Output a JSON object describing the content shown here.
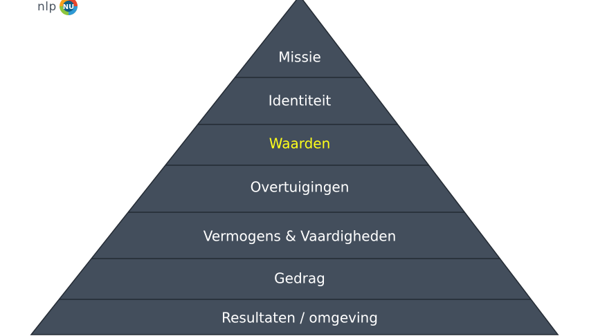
{
  "logo": {
    "text": "nlp",
    "badge_text": "NU"
  },
  "colors": {
    "pyramid_fill": "#434e5c",
    "pyramid_stroke": "#232a33",
    "label_default": "#ffffff",
    "label_highlight": "#ffff1a"
  },
  "pyramid": {
    "tiers": [
      {
        "label": "Missie",
        "highlight": false
      },
      {
        "label": "Identiteit",
        "highlight": false
      },
      {
        "label": "Waarden",
        "highlight": true
      },
      {
        "label": "Overtuigingen",
        "highlight": false
      },
      {
        "label": "Vermogens & Vaardigheden",
        "highlight": false
      },
      {
        "label": "Gedrag",
        "highlight": false
      },
      {
        "label": "Resultaten / omgeving",
        "highlight": false
      }
    ]
  }
}
